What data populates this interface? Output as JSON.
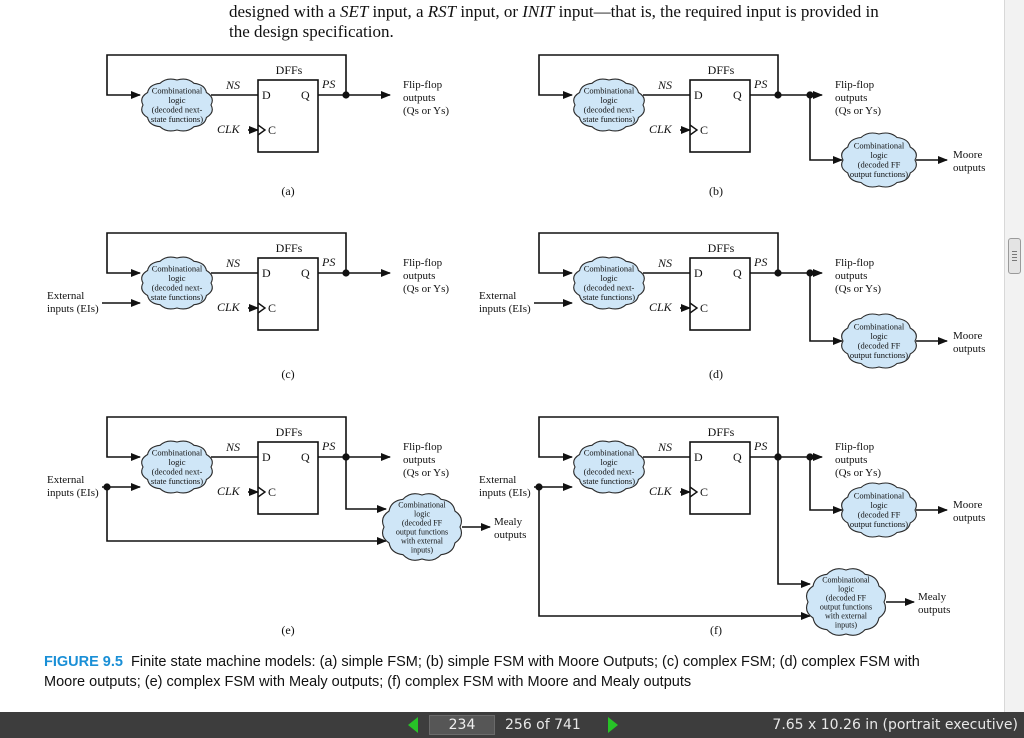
{
  "document": {
    "intro_line_1_parts": [
      "designed with a ",
      "SET",
      " input, a ",
      "RST",
      " input, or ",
      "INIT",
      " input—that is, the required input is provided in"
    ],
    "intro_line_2": "the design specification.",
    "caption_label": "FIGURE 9.5",
    "caption_text": "Finite state machine models: (a) simple FSM; (b) simple FSM with Moore Outputs; (c) complex FSM; (d) complex FSM with Moore outputs; (e) complex FSM with Mealy outputs; (f) complex FSM with Moore and Mealy outputs"
  },
  "diagram": {
    "dff_title": "DFFs",
    "d_pin": "D",
    "q_pin": "Q",
    "c_pin": "C",
    "ns": "NS",
    "ps": "PS",
    "clk": "CLK",
    "next_state_logic": [
      "Combinational",
      "logic",
      "(decoded next-",
      "state functions)"
    ],
    "moore_logic": [
      "Combinational",
      "logic",
      "(decoded FF",
      "output functions)"
    ],
    "mealy_logic": [
      "Combinational",
      "logic",
      "(decoded FF",
      "output functions",
      "with external",
      "inputs)"
    ],
    "ff_outputs": [
      "Flip-flop",
      "outputs",
      "(Qs or Ys)"
    ],
    "external_inputs": [
      "External",
      "inputs (EIs)"
    ],
    "moore_outputs": [
      "Moore",
      "outputs"
    ],
    "mealy_outputs": [
      "Mealy",
      "outputs"
    ],
    "panel_labels": [
      "(a)",
      "(b)",
      "(c)",
      "(d)",
      "(e)",
      "(f)"
    ]
  },
  "viewer": {
    "current_page": "234",
    "total_pages": "256  of  741",
    "page_size": "7.65 x 10.26 in (portrait executive)"
  },
  "colors": {
    "caption_accent": "#1a8fd6",
    "nav_arrow": "#27c227",
    "status_bar": "#3d3d3d"
  }
}
